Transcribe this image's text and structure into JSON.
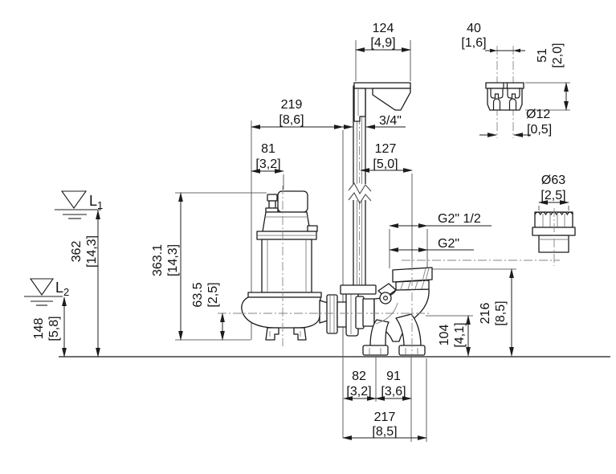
{
  "drawing": {
    "kind": "submersible-pump-installation-dimensional-drawing",
    "levels": {
      "l1_main": "L",
      "l1_sub": "1",
      "l2_main": "L",
      "l2_sub": "2"
    },
    "threads": {
      "upper": "G2\" 1/2",
      "lower": "G2\"",
      "pipe": "3/4\""
    },
    "dims": {
      "bracket_width": {
        "mm": "124",
        "in": "[4,9]"
      },
      "clamp_width": {
        "mm": "40",
        "in": "[1,6]"
      },
      "clamp_height": {
        "mm": "51",
        "in": "[2,0]"
      },
      "clamp_hole_dia": {
        "mm": "Ø12",
        "in": "[0,5]"
      },
      "rail_offset": {
        "mm": "219",
        "in": "[8,6]"
      },
      "pump_rear_to_axis": {
        "mm": "81",
        "in": "[3,2]"
      },
      "pipe_to_outlet_axis": {
        "mm": "127",
        "in": "[5,0]"
      },
      "union_dia": {
        "mm": "Ø63",
        "in": "[2,5]"
      },
      "level1_depth": {
        "mm": "362",
        "in": "[14,3]"
      },
      "level2_depth": {
        "mm": "148",
        "in": "[5,8]"
      },
      "pump_height": {
        "mm": "363.1",
        "in": "[14,3]"
      },
      "outlet_axis_to_base": {
        "mm": "63.5",
        "in": "[2,5]"
      },
      "outlet_flange_height": {
        "mm": "216",
        "in": "[8,5]"
      },
      "outlet_axis_height": {
        "mm": "104",
        "in": "[4,1]"
      },
      "foot_spacing_front": {
        "mm": "82",
        "in": "[3,2]"
      },
      "foot_spacing_rear": {
        "mm": "91",
        "in": "[3,6]"
      },
      "base_length": {
        "mm": "217",
        "in": "[8,5]"
      }
    }
  }
}
